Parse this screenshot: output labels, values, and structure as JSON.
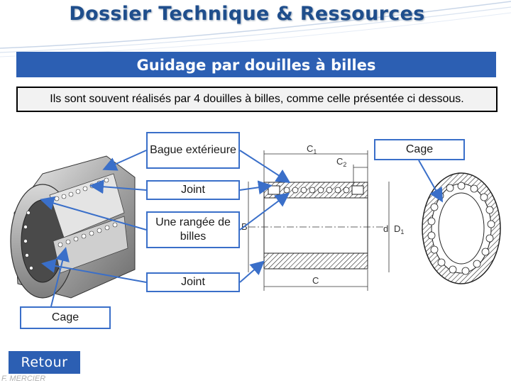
{
  "header": {
    "title": "Dossier Technique & Ressources"
  },
  "banner": {
    "text": "Guidage par douilles à billes"
  },
  "intro": {
    "text": "Ils sont souvent réalisés par 4 douilles à billes, comme celle présentée ci dessous."
  },
  "labels": {
    "bague": "Bague extérieure",
    "joint_top": "Joint",
    "rangee": "Une rangée de billes",
    "joint_bottom": "Joint",
    "cage_left": "Cage",
    "cage_right": "Cage"
  },
  "drawing": {
    "c1": "C",
    "c1_sub": "1",
    "c2": "C",
    "c2_sub": "2",
    "c": "C",
    "d": "d",
    "d1": "D",
    "d1_sub": "1",
    "b": "B"
  },
  "nav": {
    "retour": "Retour"
  },
  "footer": {
    "author": "F. MERCIER"
  },
  "colors": {
    "accent": "#2c5fb3",
    "title": "#1f4e8c",
    "arrow": "#3a6fc9"
  }
}
